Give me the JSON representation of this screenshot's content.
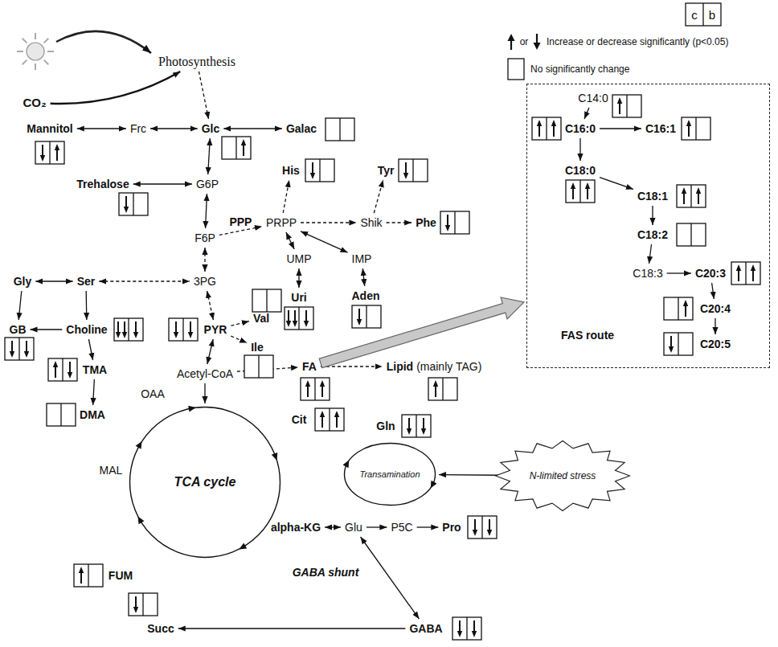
{
  "diagram": {
    "nodes": [
      {
        "text": [
          "Photosynthesis"
        ]
      },
      {
        "text": [
          "CO₂"
        ]
      },
      {
        "text": [
          "Mannitol"
        ]
      },
      {
        "text": [
          "Frc"
        ]
      },
      {
        "text": [
          "Glc"
        ]
      },
      {
        "text": [
          "Galac"
        ]
      },
      {
        "text": [
          "Trehalose"
        ]
      },
      {
        "text": [
          "G6P"
        ]
      },
      {
        "text": [
          "F6P"
        ]
      },
      {
        "text": [
          "His"
        ]
      },
      {
        "text": [
          "Tyr"
        ]
      },
      {
        "text": [
          "PRPP"
        ]
      },
      {
        "text": [
          "Shik"
        ]
      },
      {
        "text": [
          "Phe"
        ]
      },
      {
        "text": [
          "UMP"
        ]
      },
      {
        "text": [
          "IMP"
        ]
      },
      {
        "text": [
          "Uri"
        ]
      },
      {
        "text": [
          "Aden"
        ]
      },
      {
        "text": [
          "Gly"
        ]
      },
      {
        "text": [
          "Ser"
        ]
      },
      {
        "text": [
          "3PG"
        ]
      },
      {
        "text": [
          "GB"
        ]
      },
      {
        "text": [
          "Choline"
        ]
      },
      {
        "text": [
          "PYR"
        ]
      },
      {
        "text": [
          "Val"
        ]
      },
      {
        "text": [
          "Ile"
        ]
      },
      {
        "text": [
          "TMA"
        ]
      },
      {
        "text": [
          "Acetyl-CoA"
        ]
      },
      {
        "text": [
          "FA"
        ]
      },
      {
        "text": [
          "Lipid",
          "(mainly TAG)"
        ]
      },
      {
        "text": [
          "DMA"
        ]
      },
      {
        "text": [
          "OAA"
        ]
      },
      {
        "text": [
          "Cit"
        ]
      },
      {
        "text": [
          "TCA cycle"
        ]
      },
      {
        "text": [
          "Gln"
        ]
      },
      {
        "text": [
          "MAL"
        ]
      },
      {
        "text": [
          "Transamination"
        ]
      },
      {
        "text": [
          "N-limited stress"
        ]
      },
      {
        "text": [
          "alpha-KG"
        ]
      },
      {
        "text": [
          "Glu"
        ]
      },
      {
        "text": [
          "P5C"
        ]
      },
      {
        "text": [
          "Pro"
        ]
      },
      {
        "text": [
          "FUM"
        ]
      },
      {
        "text": [
          "GABA"
        ]
      },
      {
        "text": [
          "Succ"
        ]
      },
      {
        "text": [
          "FAS route"
        ]
      },
      {
        "text": [
          "C14:0"
        ],
        "in": 45
      },
      {
        "text": [
          "C16:0"
        ],
        "in": 45
      },
      {
        "text": [
          "C16:1"
        ],
        "in": 45
      },
      {
        "text": [
          "C18:0"
        ],
        "in": 45
      },
      {
        "text": [
          "C18:1"
        ],
        "in": 45
      },
      {
        "text": [
          "C18:2"
        ],
        "in": 45
      },
      {
        "text": [
          "C18:3"
        ],
        "in": 45
      },
      {
        "text": [
          "C20:3"
        ],
        "in": 45
      },
      {
        "text": [
          "C20:4"
        ],
        "in": 45
      },
      {
        "text": [
          "C20:5"
        ],
        "in": 45
      }
    ],
    "edges": [
      {
        "from": 1,
        "to": 0,
        "arrow": "to"
      },
      {
        "from": 0,
        "to": 4,
        "arrow": "to"
      },
      {
        "from": 2,
        "to": 3,
        "arrow": "both"
      },
      {
        "from": 3,
        "to": 4,
        "arrow": "both"
      },
      {
        "from": 4,
        "to": 5,
        "arrow": "both"
      },
      {
        "from": 4,
        "to": 7,
        "arrow": "both"
      },
      {
        "from": 6,
        "to": 7,
        "arrow": "both"
      },
      {
        "from": 7,
        "to": 8,
        "arrow": "both"
      },
      {
        "from": 8,
        "to": 11,
        "label": "PPP",
        "arrow": "to"
      },
      {
        "from": 11,
        "to": 9,
        "arrow": "to"
      },
      {
        "from": 11,
        "to": 12,
        "arrow": "to"
      },
      {
        "from": 12,
        "to": 10,
        "arrow": "to"
      },
      {
        "from": 12,
        "to": 13,
        "arrow": "to"
      },
      {
        "from": 11,
        "to": 14,
        "arrow": "both"
      },
      {
        "from": 11,
        "to": 15,
        "arrow": "both"
      },
      {
        "from": 14,
        "to": 16,
        "arrow": "both"
      },
      {
        "from": 15,
        "to": 17,
        "arrow": "both"
      },
      {
        "from": 8,
        "to": 20,
        "arrow": "both"
      },
      {
        "from": 19,
        "to": 20,
        "arrow": "both"
      },
      {
        "from": 18,
        "to": 19,
        "arrow": "both"
      },
      {
        "from": 18,
        "to": 21,
        "arrow": "to"
      },
      {
        "from": 19,
        "to": 22,
        "arrow": "to"
      },
      {
        "from": 22,
        "to": 21,
        "arrow": "to"
      },
      {
        "from": 22,
        "to": 26,
        "arrow": "to"
      },
      {
        "from": 26,
        "to": 30,
        "arrow": "to"
      },
      {
        "from": 20,
        "to": 23,
        "arrow": "both"
      },
      {
        "from": 23,
        "to": 24,
        "arrow": "to"
      },
      {
        "from": 23,
        "to": 25,
        "arrow": "to"
      },
      {
        "from": 23,
        "to": 27,
        "arrow": "both"
      },
      {
        "from": 27,
        "to": 28,
        "arrow": "to"
      },
      {
        "from": 28,
        "to": 29,
        "arrow": "to"
      },
      {
        "from": 27,
        "to": 33,
        "arrow": "to"
      },
      {
        "from": 28,
        "to": 45,
        "arrow": "to"
      },
      {
        "from": 38,
        "to": 39,
        "arrow": "both"
      },
      {
        "from": 39,
        "to": 40,
        "arrow": "to"
      },
      {
        "from": 40,
        "to": 41,
        "arrow": "to"
      },
      {
        "from": 39,
        "to": 43,
        "arrow": "both"
      },
      {
        "from": 43,
        "to": 44,
        "arrow": "to"
      },
      {
        "from": 37,
        "to": 36,
        "arrow": "to"
      },
      {
        "from": 46,
        "to": 47,
        "arrow": "to"
      },
      {
        "from": 47,
        "to": 48,
        "arrow": "to"
      },
      {
        "from": 47,
        "to": 49,
        "arrow": "to"
      },
      {
        "from": 49,
        "to": 50,
        "arrow": "to"
      },
      {
        "from": 50,
        "to": 51,
        "arrow": "to"
      },
      {
        "from": 51,
        "to": 52,
        "arrow": "to"
      },
      {
        "from": 52,
        "to": 53,
        "arrow": "to"
      },
      {
        "from": 53,
        "to": 54,
        "arrow": "to"
      },
      {
        "from": 54,
        "to": 55,
        "arrow": "to"
      }
    ],
    "labels": [
      "GABA shunt",
      "c",
      "b",
      "or"
    ],
    "legend": [
      {
        "text": "Increase or decrease significantly (p<0.05)"
      },
      {
        "text": "No significantly change"
      }
    ]
  }
}
